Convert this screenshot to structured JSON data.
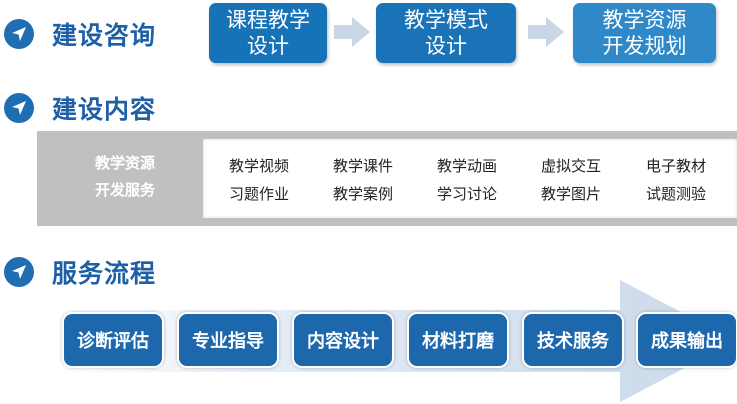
{
  "sections": [
    {
      "title": "建设咨询"
    },
    {
      "title": "建设内容"
    },
    {
      "title": "服务流程"
    }
  ],
  "consult_steps": [
    {
      "line1": "课程教学",
      "line2": "设计",
      "color": "#1673b8"
    },
    {
      "line1": "教学模式",
      "line2": "设计",
      "color": "#1a73b7"
    },
    {
      "line1": "教学资源",
      "line2": "开发规划",
      "color": "#2f88c7"
    }
  ],
  "content": {
    "label_line1": "教学资源",
    "label_line2": "开发服务",
    "items": [
      [
        "教学视频",
        "教学课件",
        "教学动画",
        "虚拟交互",
        "电子教材"
      ],
      [
        "习题作业",
        "教学案例",
        "学习讨论",
        "教学图片",
        "试题测验"
      ]
    ]
  },
  "process_steps": [
    "诊断评估",
    "专业指导",
    "内容设计",
    "材料打磨",
    "技术服务",
    "成果输出"
  ],
  "colors": {
    "accent": "#1f5fa6",
    "flow_box": "#1d67ad",
    "arrow_light": "#d7e3f1",
    "panel_gray": "#c0c0c0"
  },
  "icons": {
    "bullet": "paper-plane-icon",
    "step_arrow": "right-arrow-icon"
  }
}
